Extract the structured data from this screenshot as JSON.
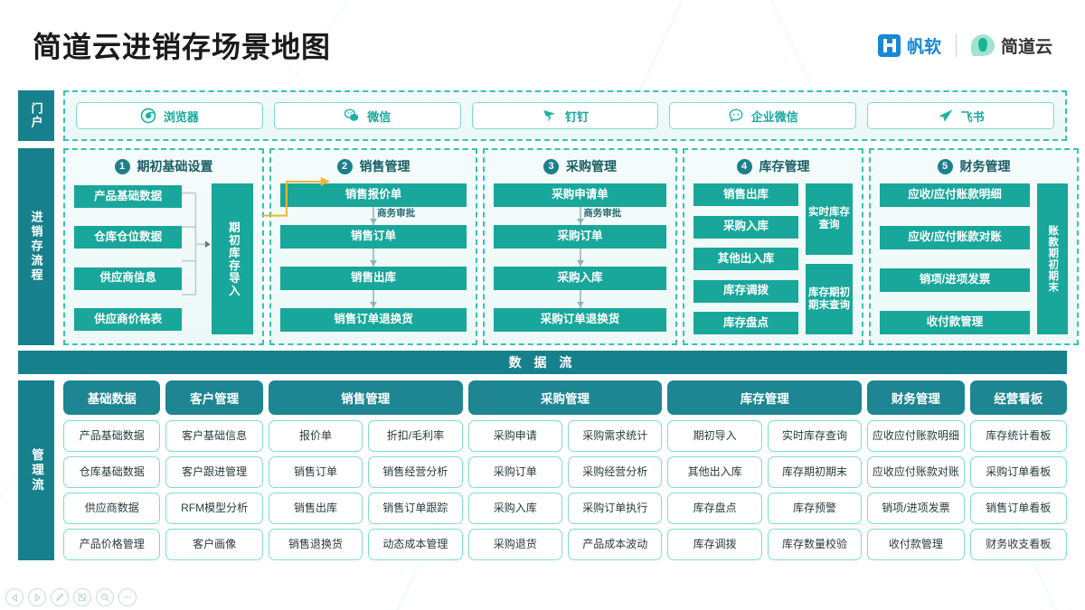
{
  "header": {
    "title": "简道云进销存场景地图",
    "brands": [
      {
        "name": "帆软",
        "icon": "fanruan-logo-icon"
      },
      {
        "name": "简道云",
        "icon": "jiandaoyun-logo-icon"
      }
    ]
  },
  "portal": {
    "label": "门户",
    "items": [
      {
        "label": "浏览器",
        "icon": "chrome-icon"
      },
      {
        "label": "微信",
        "icon": "wechat-icon"
      },
      {
        "label": "钉钉",
        "icon": "dingtalk-icon"
      },
      {
        "label": "企业微信",
        "icon": "wecom-icon"
      },
      {
        "label": "飞书",
        "icon": "feishu-icon"
      }
    ]
  },
  "flow": {
    "label": "进销存流程",
    "columns": [
      {
        "num": "1",
        "title": "期初基础设置",
        "items": [
          "产品基础数据",
          "仓库仓位数据",
          "供应商信息",
          "供应商价格表"
        ],
        "target": "期初库存导入"
      },
      {
        "num": "2",
        "title": "销售管理",
        "steps": [
          "销售报价单",
          "销售订单",
          "销售出库",
          "销售订单退换货"
        ],
        "connector_labels": [
          "商务审批",
          "",
          ""
        ]
      },
      {
        "num": "3",
        "title": "采购管理",
        "steps": [
          "采购申请单",
          "采购订单",
          "采购入库",
          "采购订单退换货"
        ],
        "connector_labels": [
          "商务审批",
          "",
          ""
        ]
      },
      {
        "num": "4",
        "title": "库存管理",
        "items": [
          "销售出库",
          "采购入库",
          "其他出入库",
          "库存调拨",
          "库存盘点"
        ],
        "side": [
          "实时库存查询",
          "库存期初期末查询"
        ]
      },
      {
        "num": "5",
        "title": "财务管理",
        "items": [
          "应收/应付账款明细",
          "应收/应付账款对账",
          "销项/进项发票",
          "收付款管理"
        ],
        "side": "账款期初期末"
      }
    ],
    "cross_link": {
      "from": "销售订单",
      "to": "采购申请单",
      "color": "#f5b42b"
    }
  },
  "dataflow": {
    "title": "数 据 流"
  },
  "mgmt": {
    "label": "管理流",
    "groups": [
      {
        "header": "基础数据",
        "columns": [
          [
            "产品基础数据",
            "仓库基础数据",
            "供应商数据",
            "产品价格管理"
          ]
        ]
      },
      {
        "header": "客户管理",
        "columns": [
          [
            "客户基础信息",
            "客户跟进管理",
            "RFM模型分析",
            "客户画像"
          ]
        ]
      },
      {
        "header": "销售管理",
        "columns": [
          [
            "报价单",
            "销售订单",
            "销售出库",
            "销售退换货"
          ],
          [
            "折扣/毛利率",
            "销售经营分析",
            "销售订单跟踪",
            "动态成本管理"
          ]
        ]
      },
      {
        "header": "采购管理",
        "columns": [
          [
            "采购申请",
            "采购订单",
            "采购入库",
            "采购退货"
          ],
          [
            "采购需求统计",
            "采购经营分析",
            "采购订单执行",
            "产品成本波动"
          ]
        ]
      },
      {
        "header": "库存管理",
        "columns": [
          [
            "期初导入",
            "其他出入库",
            "库存盘点",
            "库存调拨"
          ],
          [
            "实时库存查询",
            "库存期初期末",
            "库存预警",
            "库存数量校验"
          ]
        ]
      },
      {
        "header": "财务管理",
        "columns": [
          [
            "应收应付账款明细",
            "应收应付账款对账",
            "销项/进项发票",
            "收付款管理"
          ]
        ]
      },
      {
        "header": "经营看板",
        "columns": [
          [
            "库存统计看板",
            "采购订单看板",
            "销售订单看板",
            "财务收支看板"
          ]
        ]
      }
    ]
  },
  "toolbar": {
    "buttons": [
      {
        "icon": "previous-icon"
      },
      {
        "icon": "play-icon"
      },
      {
        "icon": "pencil-icon"
      },
      {
        "icon": "layout-icon"
      },
      {
        "icon": "search-icon"
      },
      {
        "icon": "more-icon"
      }
    ]
  },
  "colors": {
    "teal": "#18a79a",
    "dark_teal": "#16808c",
    "accent_yellow": "#f5b42b",
    "brand_blue": "#1787d6"
  }
}
